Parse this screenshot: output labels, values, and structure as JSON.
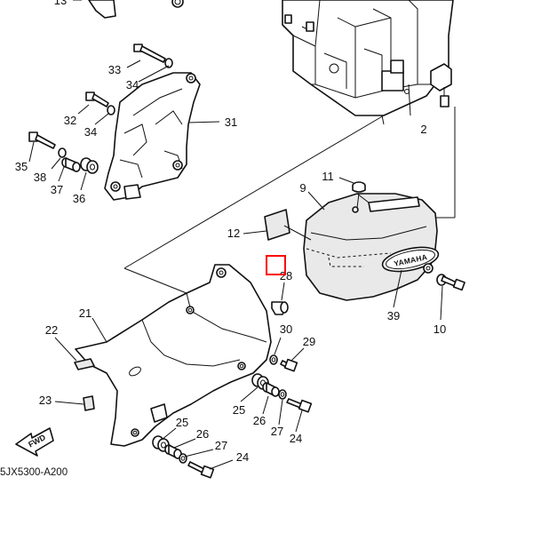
{
  "diagram": {
    "drawing_code": "5JX5300-A200",
    "fwd_label": "FWD",
    "brand_mark": "YAMAHA",
    "callouts": {
      "c13": "13",
      "c33": "33",
      "c34a": "34",
      "c32": "32",
      "c34b": "34",
      "c31": "31",
      "c35": "35",
      "c38": "38",
      "c37": "37",
      "c36": "36",
      "c2": "2",
      "c11": "11",
      "c9": "9",
      "c12": "12",
      "c28": "28",
      "c39": "39",
      "c10": "10",
      "c21": "21",
      "c22": "22",
      "c30": "30",
      "c29": "29",
      "c23": "23",
      "c25a": "25",
      "c26a": "26",
      "c27a": "27",
      "c24a": "24",
      "c25b": "25",
      "c26b": "26",
      "c27b": "27",
      "c24b": "24"
    },
    "highlight_color": "#ff0000"
  }
}
